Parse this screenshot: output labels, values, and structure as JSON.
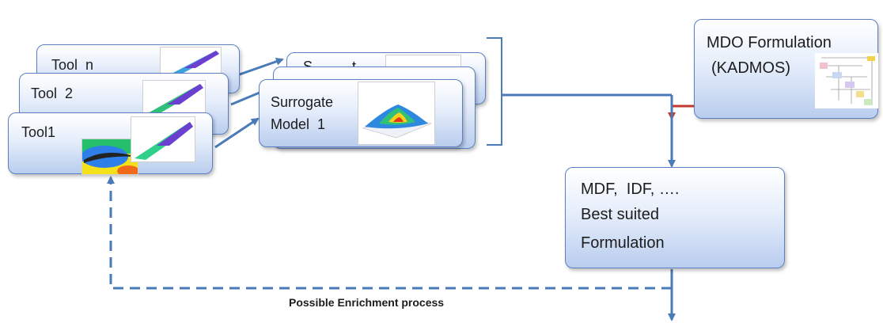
{
  "tools": {
    "tool_n": "Tool  n",
    "tool_2": "Tool  2",
    "tool_1": "Tool1"
  },
  "surrogates": {
    "back_label_fragment": "S          t",
    "front_label": "Surrogate\nModel  1"
  },
  "mdo": {
    "title": "MDO Formulation",
    "subtitle": "(KADMOS)"
  },
  "formulation": {
    "lines": [
      "MDF,  IDF, ….",
      "Best suited",
      "Formulation"
    ]
  },
  "caption": "Possible Enrichment process",
  "colors": {
    "flow_arrow": "#4a7ab8",
    "red_arrow": "#c0392b",
    "box_border": "#5b7fc0"
  },
  "icons": [
    "airfoil-contour-icon",
    "wing-surface-icon",
    "surrogate-surface-plot-icon",
    "kadmos-graph-icon"
  ]
}
